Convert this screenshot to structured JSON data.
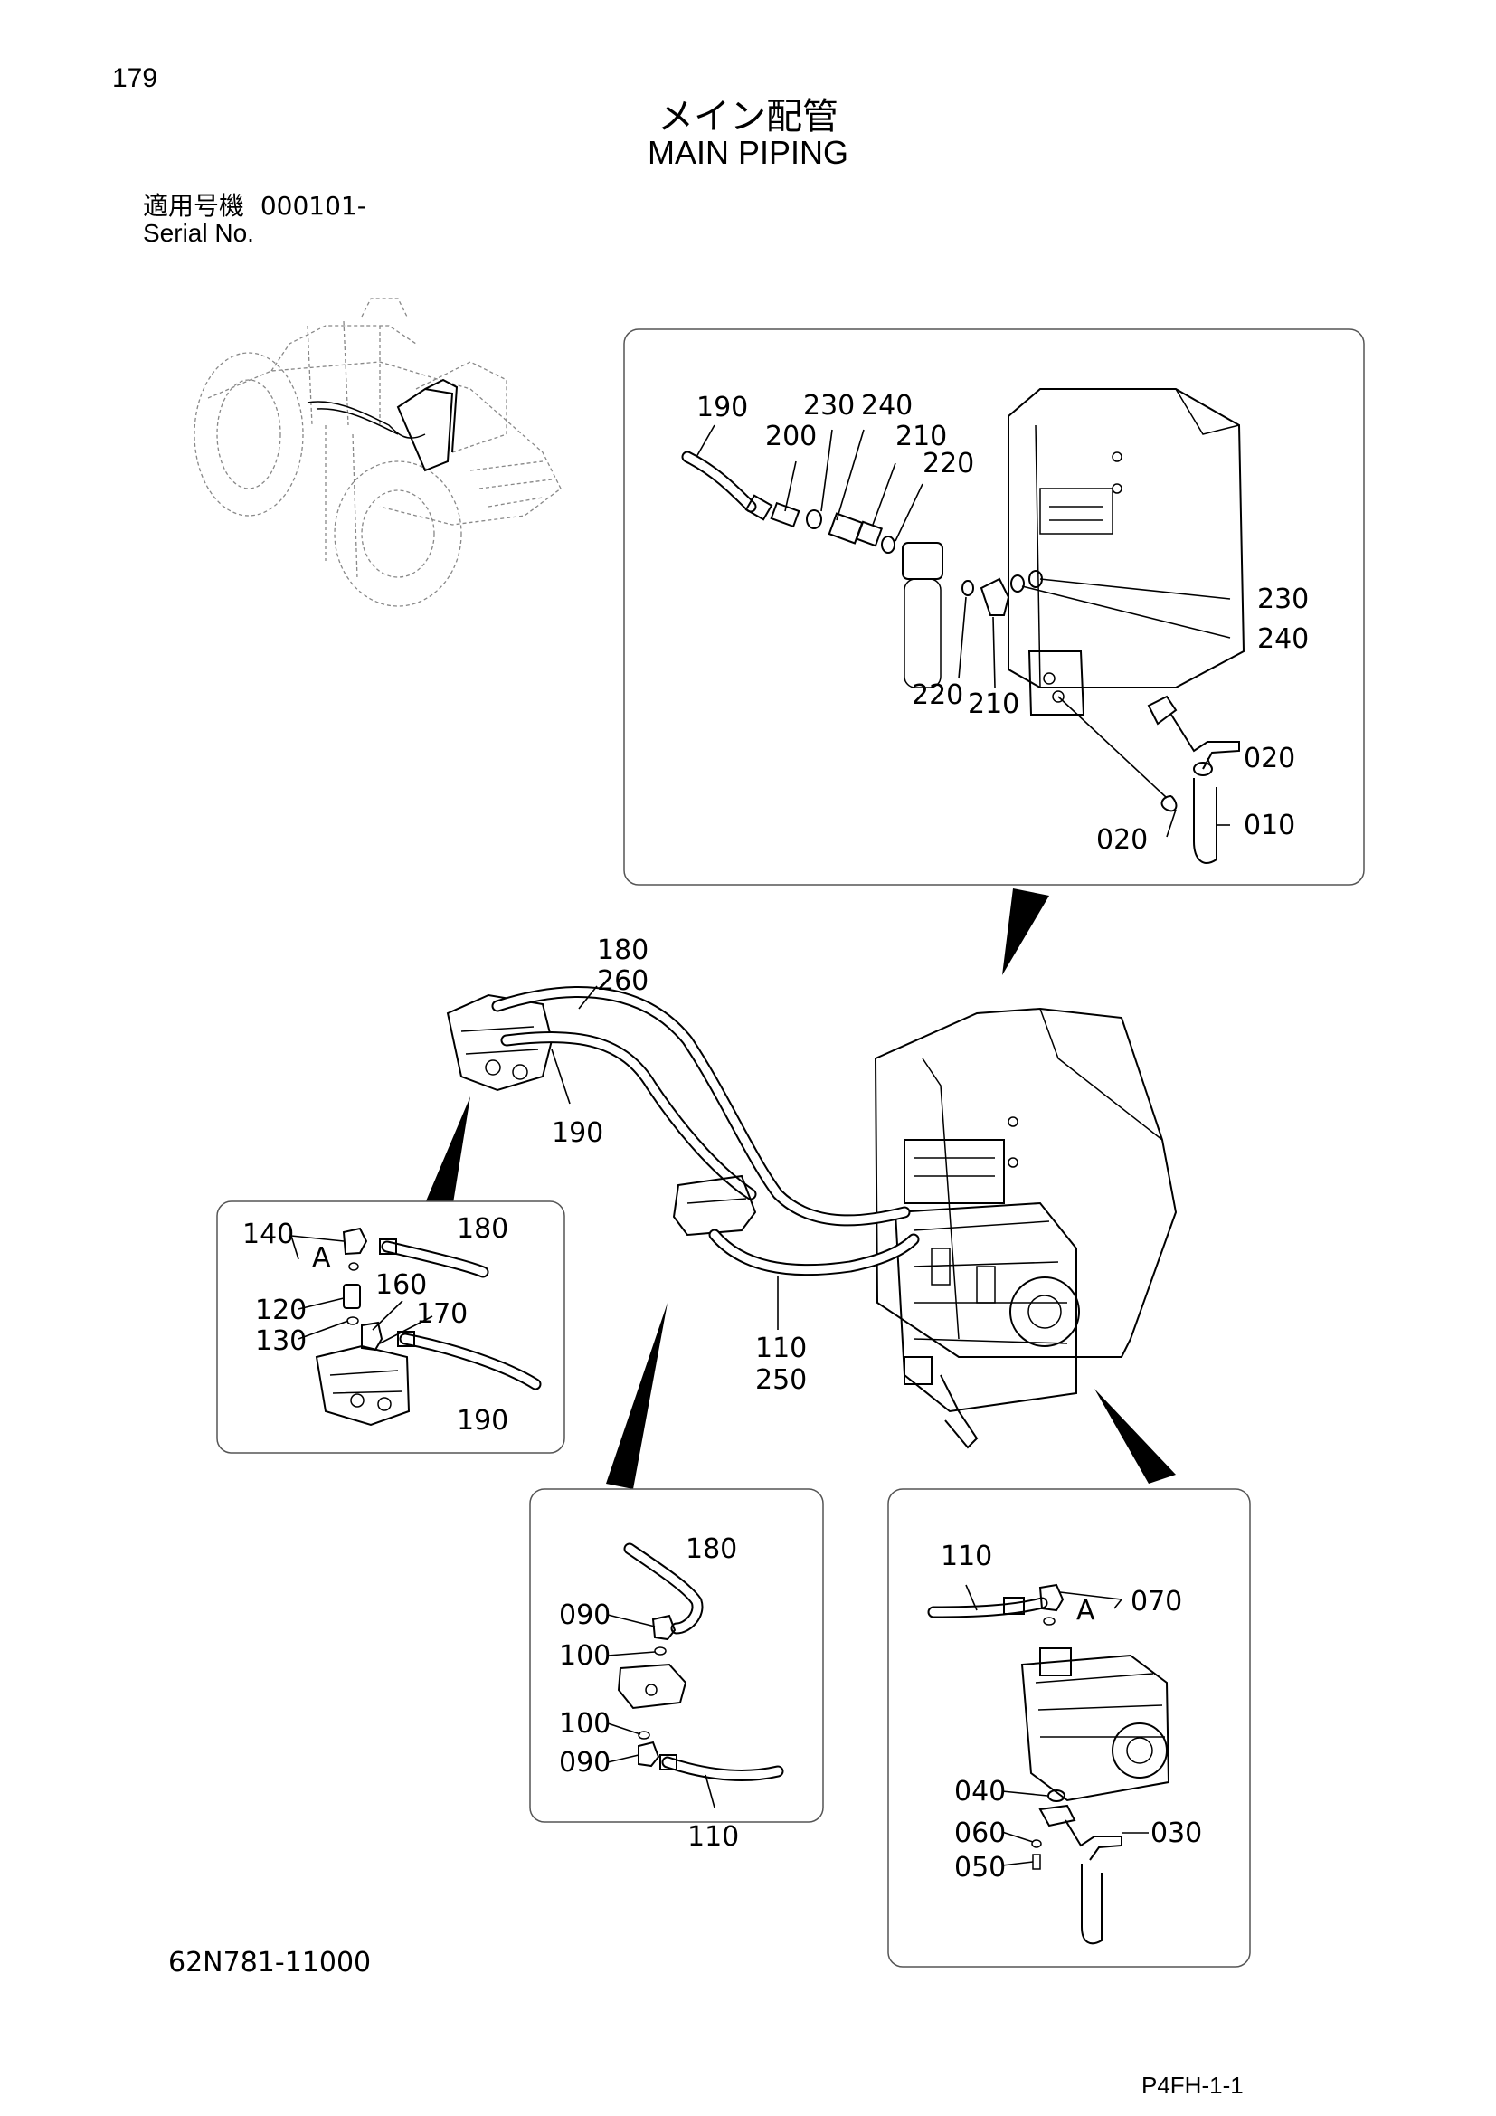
{
  "header": {
    "page_number": "179",
    "title_jp": "メイン配管",
    "title_en": "MAIN PIPING",
    "serial_label_jp": "適用号機",
    "serial_value": "000101-",
    "serial_label_en": "Serial No."
  },
  "footer": {
    "drawing_number": "62N781-11000",
    "page_code": "P4FH-1-1"
  },
  "callouts": {
    "top_detail": [
      "190",
      "230",
      "240",
      "200",
      "210",
      "220",
      "230",
      "240",
      "220",
      "210",
      "020",
      "020",
      "010"
    ],
    "main_view": [
      "180",
      "260",
      "190",
      "110",
      "250"
    ],
    "left_detail": [
      "140",
      "A",
      "180",
      "120",
      "160",
      "130",
      "170",
      "190"
    ],
    "center_detail": [
      "180",
      "090",
      "100",
      "100",
      "090",
      "110"
    ],
    "right_detail": [
      "110",
      "A",
      "070",
      "040",
      "060",
      "030",
      "050"
    ]
  }
}
